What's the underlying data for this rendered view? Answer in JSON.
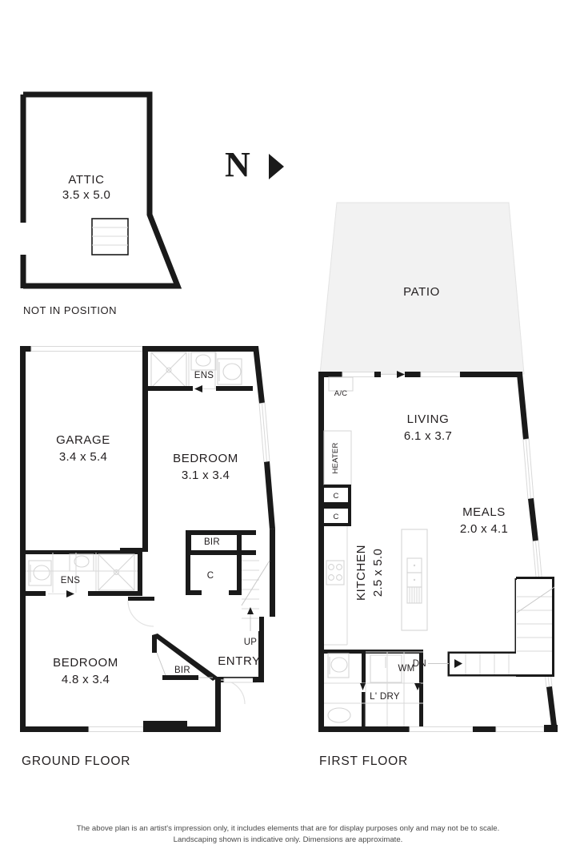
{
  "compass": {
    "label": "N",
    "arrow": "north-arrow"
  },
  "attic": {
    "room_label": "ATTIC",
    "dimensions": "3.5 x 5.0",
    "note": "NOT IN POSITION"
  },
  "ground_floor": {
    "title": "GROUND FLOOR",
    "rooms": [
      {
        "name": "GARAGE",
        "dimensions": "3.4 x 5.4"
      },
      {
        "name": "BEDROOM",
        "dimensions": "3.1 x 3.4"
      },
      {
        "name": "BEDROOM",
        "dimensions": "4.8 x 3.4"
      }
    ],
    "annotations": {
      "ens_upper": "ENS",
      "ens_lower": "ENS",
      "bir_upper": "BIR",
      "closet": "C",
      "entry": "ENTRY",
      "stairs_up": "UP",
      "bir_lower": "BIR"
    }
  },
  "first_floor": {
    "title": "FIRST FLOOR",
    "rooms": [
      {
        "name": "PATIO",
        "dimensions": ""
      },
      {
        "name": "LIVING",
        "dimensions": "6.1 x 3.7"
      },
      {
        "name": "MEALS",
        "dimensions": "2.0 x 4.1"
      },
      {
        "name": "KITCHEN",
        "dimensions": "2.5 x 5.0"
      }
    ],
    "annotations": {
      "air_con": "A/C",
      "heater": "HEATER",
      "cupboard_1": "C",
      "cupboard_2": "C",
      "washing_machine": "WM",
      "laundry": "L' DRY",
      "stairs_down": "DN"
    }
  },
  "disclaimer": {
    "line1": "The above plan is an artist's impression only, it includes elements that are for display purposes only and may not be to scale.",
    "line2": "Landscaping shown is indicative only. Dimensions are approximate."
  },
  "colors": {
    "wall": "#1a1a1a",
    "patio_fill": "#f2f2f2",
    "fixture_line": "#d5d5d5",
    "text": "#231f20"
  }
}
